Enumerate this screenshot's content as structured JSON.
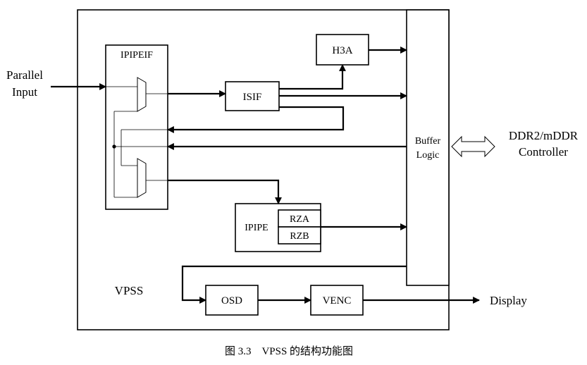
{
  "diagram": {
    "blocks": {
      "ipipeif": "IPIPEIF",
      "isif": "ISIF",
      "h3a": "H3A",
      "ipipe": "IPIPE",
      "rza": "RZA",
      "rzb": "RZB",
      "buffer_logic_line1": "Buffer",
      "buffer_logic_line2": "Logic",
      "osd": "OSD",
      "venc": "VENC",
      "vpss": "VPSS"
    },
    "io": {
      "parallel_input_line1": "Parallel",
      "parallel_input_line2": "Input",
      "ddr_line1": "DDR2/mDDR",
      "ddr_line2": "Controller",
      "display": "Display"
    }
  },
  "caption": "图 3.3    VPSS 的结构功能图"
}
